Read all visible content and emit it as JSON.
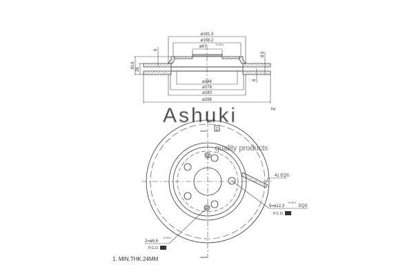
{
  "watermark": {
    "brand": "Ashuki",
    "tagline": "quality products",
    "tm": "TM"
  },
  "side_view": {
    "dims": {
      "d181": "ø181.3",
      "d158": "ø158.2",
      "d67": "ø67",
      "d67_tol": "+0.05 0",
      "d148": "ø148",
      "d178": "ø178",
      "d180": "ø180",
      "d298": "ø298",
      "h306": "30.6",
      "h26": "26",
      "t6": "6",
      "t85": "8.5",
      "t8": "8"
    }
  },
  "front_view": {
    "view_mark": "Z",
    "vents": "41 EQS",
    "bolt_holes": "5=ø12.3",
    "bolt_tol": "+0.25 0",
    "bolt_eqs": "EQS",
    "bolt_pcd": "P.C.D.",
    "pin_holes": "2=ø6.6",
    "pin_tol": "+0.25 0",
    "pin_pcd": "P.C.D."
  },
  "note": "1. MIN.THK.24MM"
}
